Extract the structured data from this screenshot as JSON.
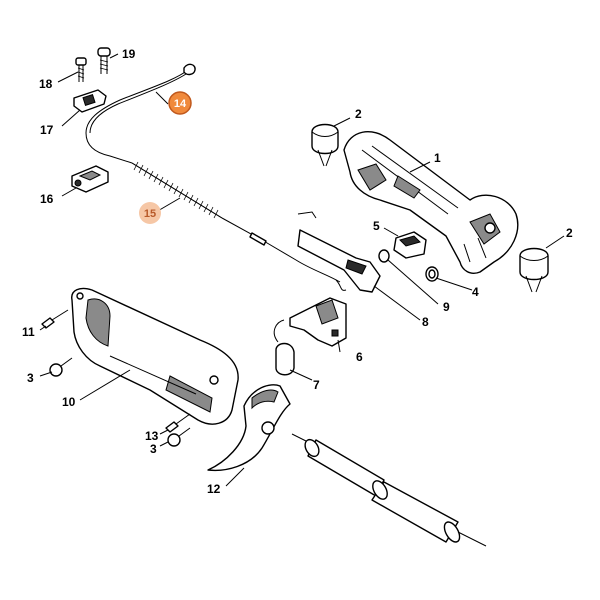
{
  "callouts": {
    "c1": "1",
    "c2a": "2",
    "c2b": "2",
    "c3a": "3",
    "c3b": "3",
    "c4": "4",
    "c5": "5",
    "c6": "6",
    "c7": "7",
    "c8": "8",
    "c9": "9",
    "c10": "10",
    "c11": "11",
    "c12": "12",
    "c13": "13",
    "c14": "14",
    "c15": "15",
    "c16": "16",
    "c17": "17",
    "c18": "18",
    "c19": "19"
  },
  "colors": {
    "highlight_strong": "#f08a3c",
    "highlight_soft": "#f6c7a6",
    "line": "#000000"
  }
}
